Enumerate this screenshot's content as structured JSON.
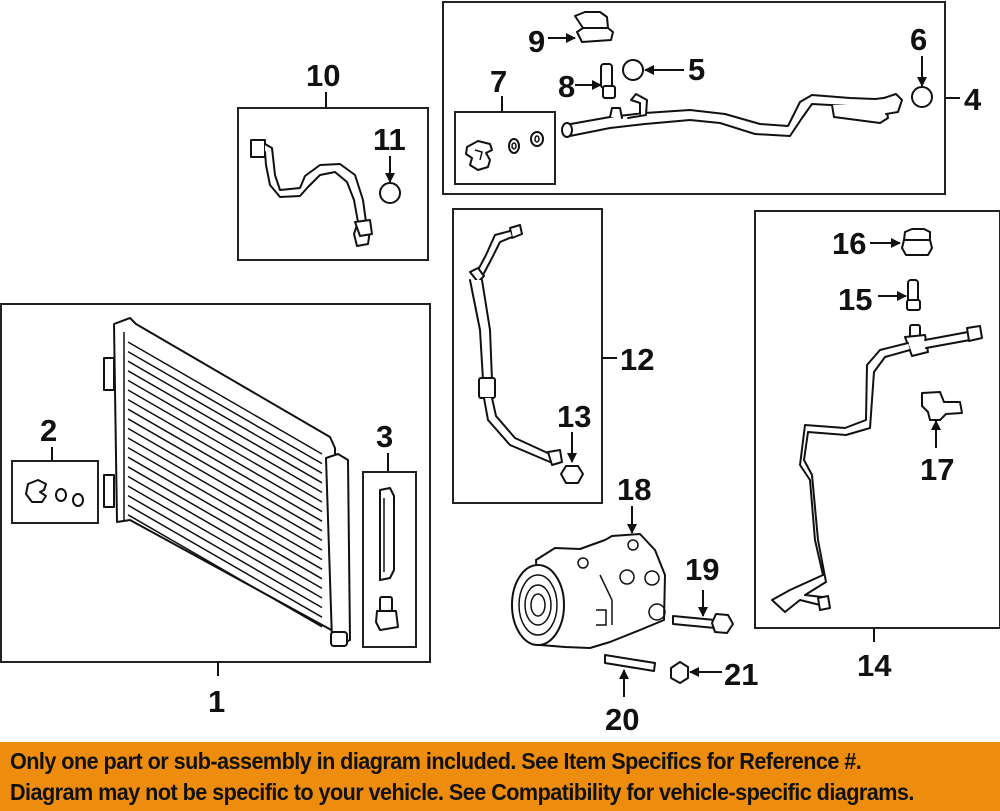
{
  "diagram": {
    "title": "A/C condenser, compressor & lines exploded parts diagram",
    "callouts": {
      "c1": "1",
      "c2": "2",
      "c3": "3",
      "c4": "4",
      "c5": "5",
      "c6": "6",
      "c7": "7",
      "c8": "8",
      "c9": "9",
      "c10": "10",
      "c11": "11",
      "c12": "12",
      "c13": "13",
      "c14": "14",
      "c15": "15",
      "c16": "16",
      "c17": "17",
      "c18": "18",
      "c19": "19",
      "c20": "20",
      "c21": "21"
    },
    "parts": [
      {
        "ref": "1",
        "name": "condenser-assembly"
      },
      {
        "ref": "2",
        "name": "condenser-fitting-kit"
      },
      {
        "ref": "3",
        "name": "receiver-drier-kit"
      },
      {
        "ref": "4",
        "name": "suction-line"
      },
      {
        "ref": "5",
        "name": "o-ring"
      },
      {
        "ref": "6",
        "name": "o-ring"
      },
      {
        "ref": "7",
        "name": "line-fitting-kit"
      },
      {
        "ref": "8",
        "name": "service-valve"
      },
      {
        "ref": "9",
        "name": "valve-cap"
      },
      {
        "ref": "10",
        "name": "discharge-hose"
      },
      {
        "ref": "11",
        "name": "o-ring"
      },
      {
        "ref": "12",
        "name": "liquid-line"
      },
      {
        "ref": "13",
        "name": "o-ring"
      },
      {
        "ref": "14",
        "name": "liquid-line"
      },
      {
        "ref": "15",
        "name": "service-valve"
      },
      {
        "ref": "16",
        "name": "valve-cap"
      },
      {
        "ref": "17",
        "name": "pressure-switch"
      },
      {
        "ref": "18",
        "name": "compressor"
      },
      {
        "ref": "19",
        "name": "bolt"
      },
      {
        "ref": "20",
        "name": "stud"
      },
      {
        "ref": "21",
        "name": "nut"
      }
    ]
  },
  "banner": {
    "line1": "Only one part or sub-assembly in diagram included. See Item Specifics for Reference #.",
    "line2": "Diagram may not be specific to your vehicle. See Compatibility for vehicle-specific diagrams.",
    "background_color": "#ee8c0d",
    "text_color": "#111111"
  }
}
